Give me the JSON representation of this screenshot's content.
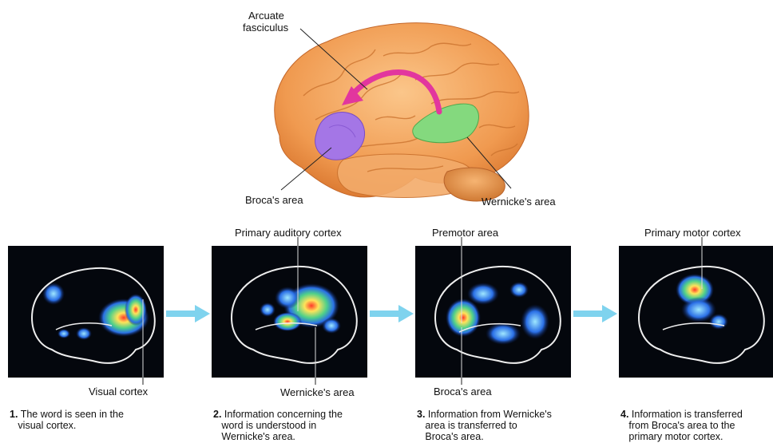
{
  "top": {
    "arcuate_line1": "Arcuate",
    "arcuate_line2": "fasciculus",
    "broca": "Broca's area",
    "wernicke": "Wernicke's area"
  },
  "panels": [
    {
      "top_label": "",
      "bottom_label": "Visual cortex",
      "step": "1.",
      "caption_l1": "The word is seen in the",
      "caption_l2": "visual cortex.",
      "caption_l3": ""
    },
    {
      "top_label": "Primary auditory cortex",
      "bottom_label": "Wernicke's area",
      "step": "2.",
      "caption_l1": "Information concerning the",
      "caption_l2": "word is understood in",
      "caption_l3": "Wernicke's area."
    },
    {
      "top_label": "Premotor area",
      "bottom_label": "Broca's area",
      "step": "3.",
      "caption_l1": "Information from Wernicke's",
      "caption_l2": "area is transferred to",
      "caption_l3": "Broca's area."
    },
    {
      "top_label": "Primary motor cortex",
      "bottom_label": "",
      "step": "4.",
      "caption_l1": "Information is transferred",
      "caption_l2": "from Broca's area to the",
      "caption_l3": "primary motor cortex."
    }
  ],
  "colors": {
    "brain": "#f2a05a",
    "broca": "#a070e0",
    "wernicke": "#7ed67a",
    "arc_arrow": "#e0309a",
    "flow_arrow": "#7fd3ee"
  }
}
